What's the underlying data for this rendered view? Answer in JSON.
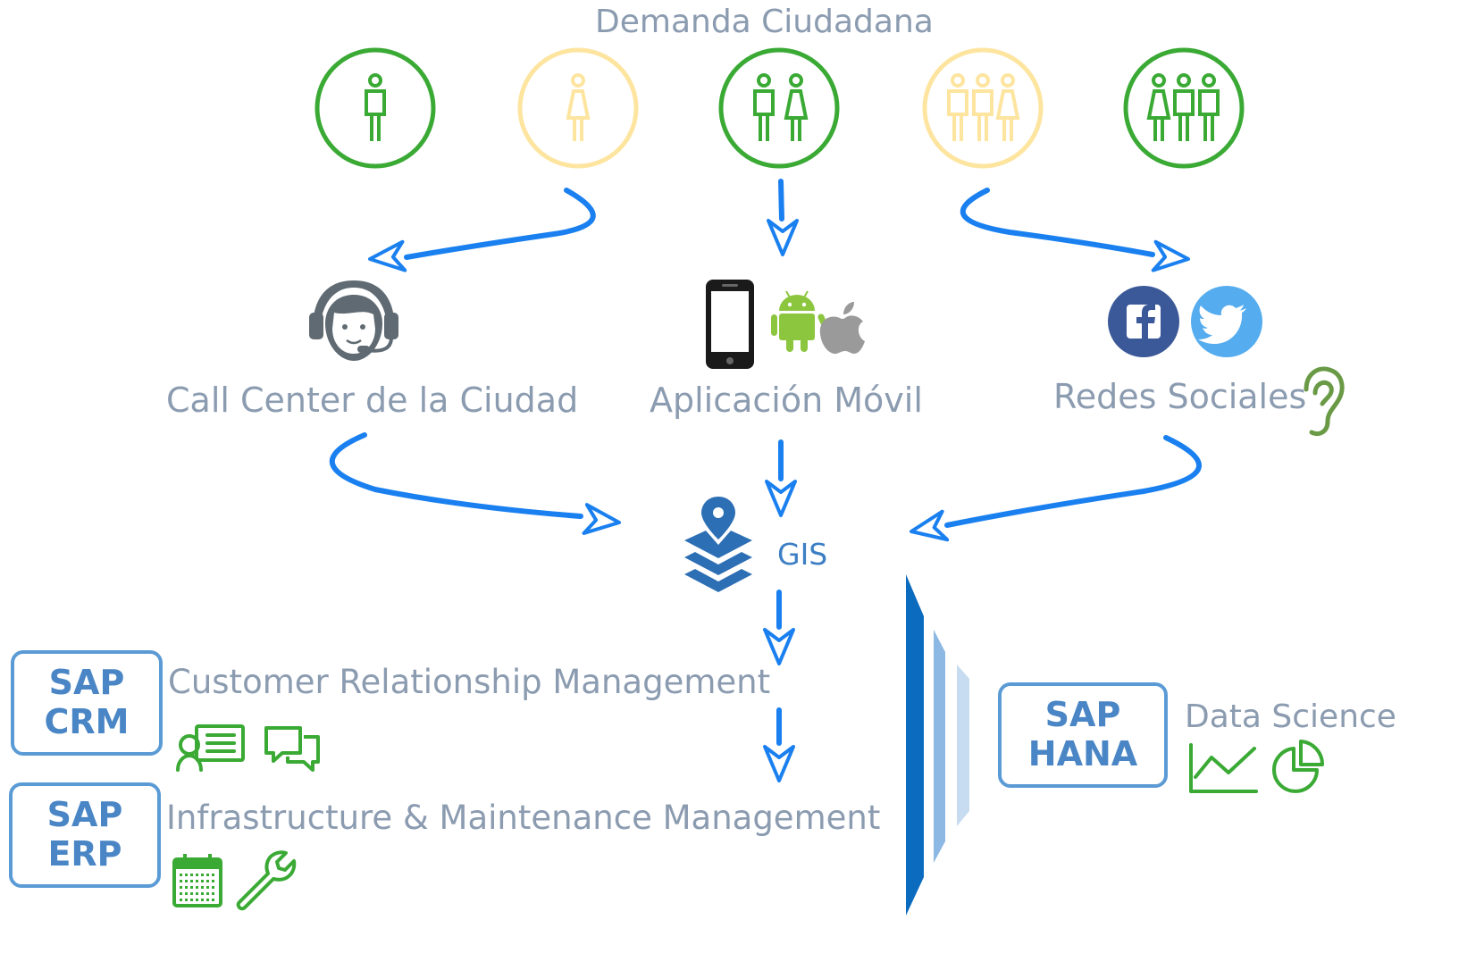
{
  "diagram": {
    "title": "Demanda Ciudadana",
    "channels": {
      "call_center": "Call Center de la Ciudad",
      "mobile_app": "Aplicación Móvil",
      "social": "Redes Sociales"
    },
    "gis_label": "GIS",
    "crm": {
      "box_line1": "SAP",
      "box_line2": "CRM",
      "label": "Customer Relationship Management"
    },
    "erp": {
      "box_line1": "SAP",
      "box_line2": "ERP",
      "label": "Infrastructure & Maintenance Management"
    },
    "hana": {
      "box_line1": "SAP",
      "box_line2": "HANA",
      "label": "Data Science"
    },
    "citizen_icons": [
      "man-icon",
      "woman-icon",
      "couple-icon",
      "group-icon",
      "group-icon"
    ],
    "colors": {
      "green": "#3aaa35",
      "yellow": "#fde5a0",
      "blue_arrow": "#1a80f0",
      "label_gray": "#8b9bb0",
      "sap_blue": "#5b9bd5",
      "facebook": "#3b5998",
      "twitter": "#55acee",
      "android": "#8cc63f"
    }
  }
}
